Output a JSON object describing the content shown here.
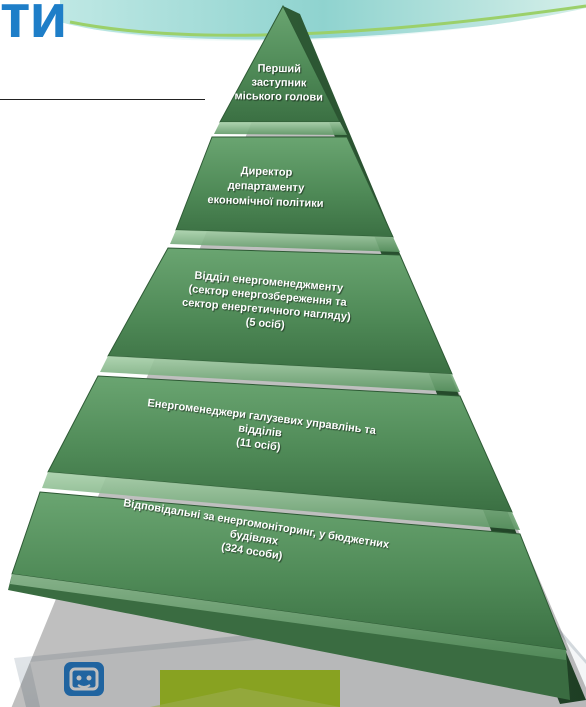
{
  "slide": {
    "title_fragment": "ти"
  },
  "pyramid": {
    "levels": [
      {
        "lines": [
          "Перший",
          "заступник",
          "міського голови"
        ]
      },
      {
        "lines": [
          "Директор",
          "департаменту",
          "економічної політики"
        ]
      },
      {
        "lines": [
          "Відділ енергоменеджменту",
          "(сектор енергозбереження та",
          "сектор енергетичного нагляду)",
          "(5 осіб)"
        ]
      },
      {
        "lines": [
          "Енергоменеджери галузевих управлінь та",
          "відділів",
          "(11 осіб)"
        ]
      },
      {
        "lines": [
          "Відповідальні за енергомоніторинг, у бюджетних",
          "будівлях",
          "(324 особи)"
        ]
      }
    ]
  },
  "colors": {
    "pyramid_green": "#4f8a57",
    "pyramid_dark": "#2e5a35",
    "title_blue": "#1e7ec8",
    "swoosh_teal": "#8fd3cf",
    "swoosh_green": "#9bd06a"
  },
  "icons": [
    "app-badge-icon"
  ]
}
